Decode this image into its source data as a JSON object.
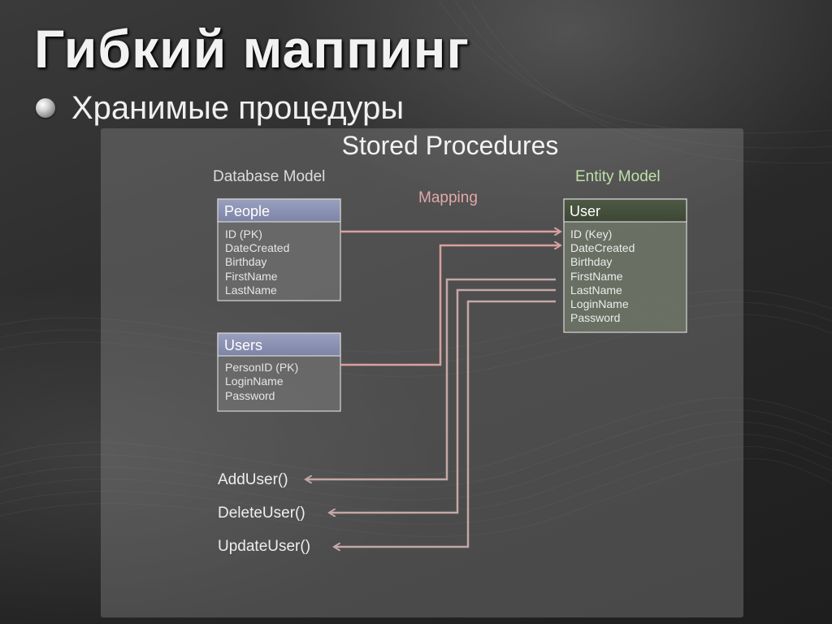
{
  "slide": {
    "title": "Гибкий маппинг",
    "bullet": "Хранимые процедуры"
  },
  "diagram": {
    "title": "Stored Procedures",
    "database_model_label": "Database Model",
    "entity_model_label": "Entity Model",
    "mapping_label": "Mapping",
    "people_table": {
      "name": "People",
      "fields": [
        "ID (PK)",
        "DateCreated",
        "Birthday",
        "FirstName",
        "LastName"
      ]
    },
    "users_table": {
      "name": "Users",
      "fields": [
        "PersonID (PK)",
        "LoginName",
        "Password"
      ]
    },
    "user_entity": {
      "name": "User",
      "fields": [
        "ID (Key)",
        "DateCreated",
        "Birthday",
        "FirstName",
        "LastName",
        "LoginName",
        "Password"
      ]
    },
    "procedures": [
      "AddUser()",
      "DeleteUser()",
      "UpdateUser()"
    ]
  }
}
